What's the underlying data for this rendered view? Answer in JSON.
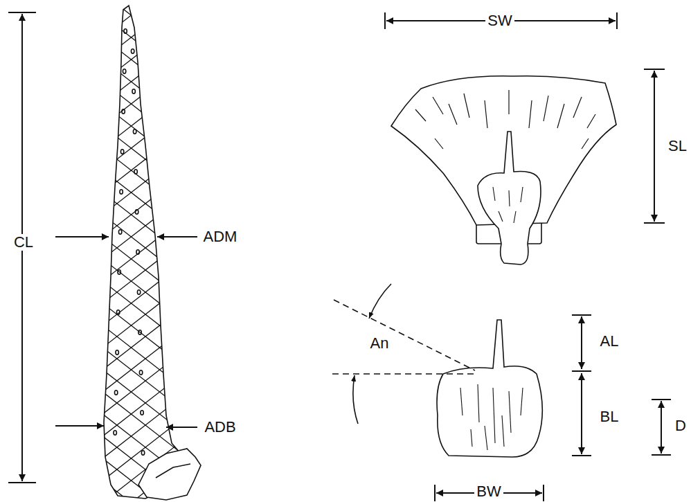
{
  "diagram": {
    "labels": [
      "SW",
      "CL",
      "ADM",
      "SL",
      "ADB",
      "An",
      "AL",
      "BL",
      "D",
      "BW"
    ]
  }
}
